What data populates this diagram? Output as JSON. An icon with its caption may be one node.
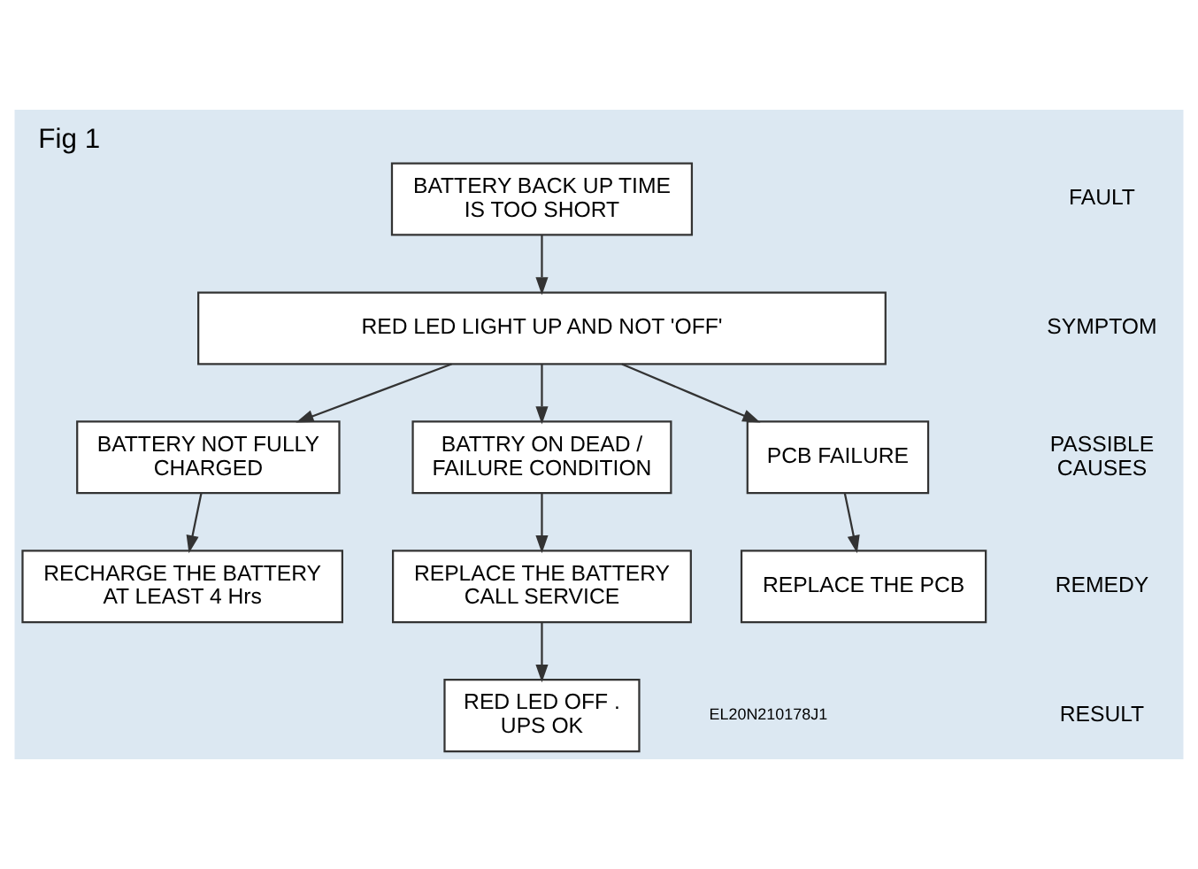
{
  "diagram": {
    "title": "Fig 1",
    "nodes": [
      {
        "text": [
          "BATTERY BACK UP TIME IS TOO SHORT"
        ]
      },
      {
        "text": [
          "RED LED LIGHT UP AND NOT 'OFF'"
        ]
      },
      {
        "text": [
          "BATTERY NOT FULLY CHARGED"
        ]
      },
      {
        "text": [
          "BATTRY ON DEAD / FAILURE CONDITION"
        ]
      },
      {
        "text": [
          "PCB FAILURE"
        ]
      },
      {
        "text": [
          "RECHARGE THE BATTERY AT LEAST 4 Hrs"
        ]
      },
      {
        "text": [
          "REPLACE THE BATTERY CALL SERVICE"
        ]
      },
      {
        "text": [
          "REPLACE THE PCB"
        ]
      },
      {
        "text": [
          "RED LED OFF . UPS OK"
        ]
      }
    ],
    "edges": [
      {
        "from": 0,
        "to": 1,
        "arrow": "to"
      },
      {
        "from": 1,
        "to": 2,
        "arrow": "to"
      },
      {
        "from": 1,
        "to": 3,
        "arrow": "to"
      },
      {
        "from": 1,
        "to": 4,
        "arrow": "to"
      },
      {
        "from": 2,
        "to": 5,
        "arrow": "to"
      },
      {
        "from": 3,
        "to": 6,
        "arrow": "to"
      },
      {
        "from": 4,
        "to": 7,
        "arrow": "to"
      },
      {
        "from": 6,
        "to": 8,
        "arrow": "to"
      }
    ],
    "labels": [
      "FAULT",
      "SYMPTOM",
      "PASSIBLE CAUSES",
      "REMEDY",
      "RESULT",
      "EL20N210178J1"
    ]
  }
}
